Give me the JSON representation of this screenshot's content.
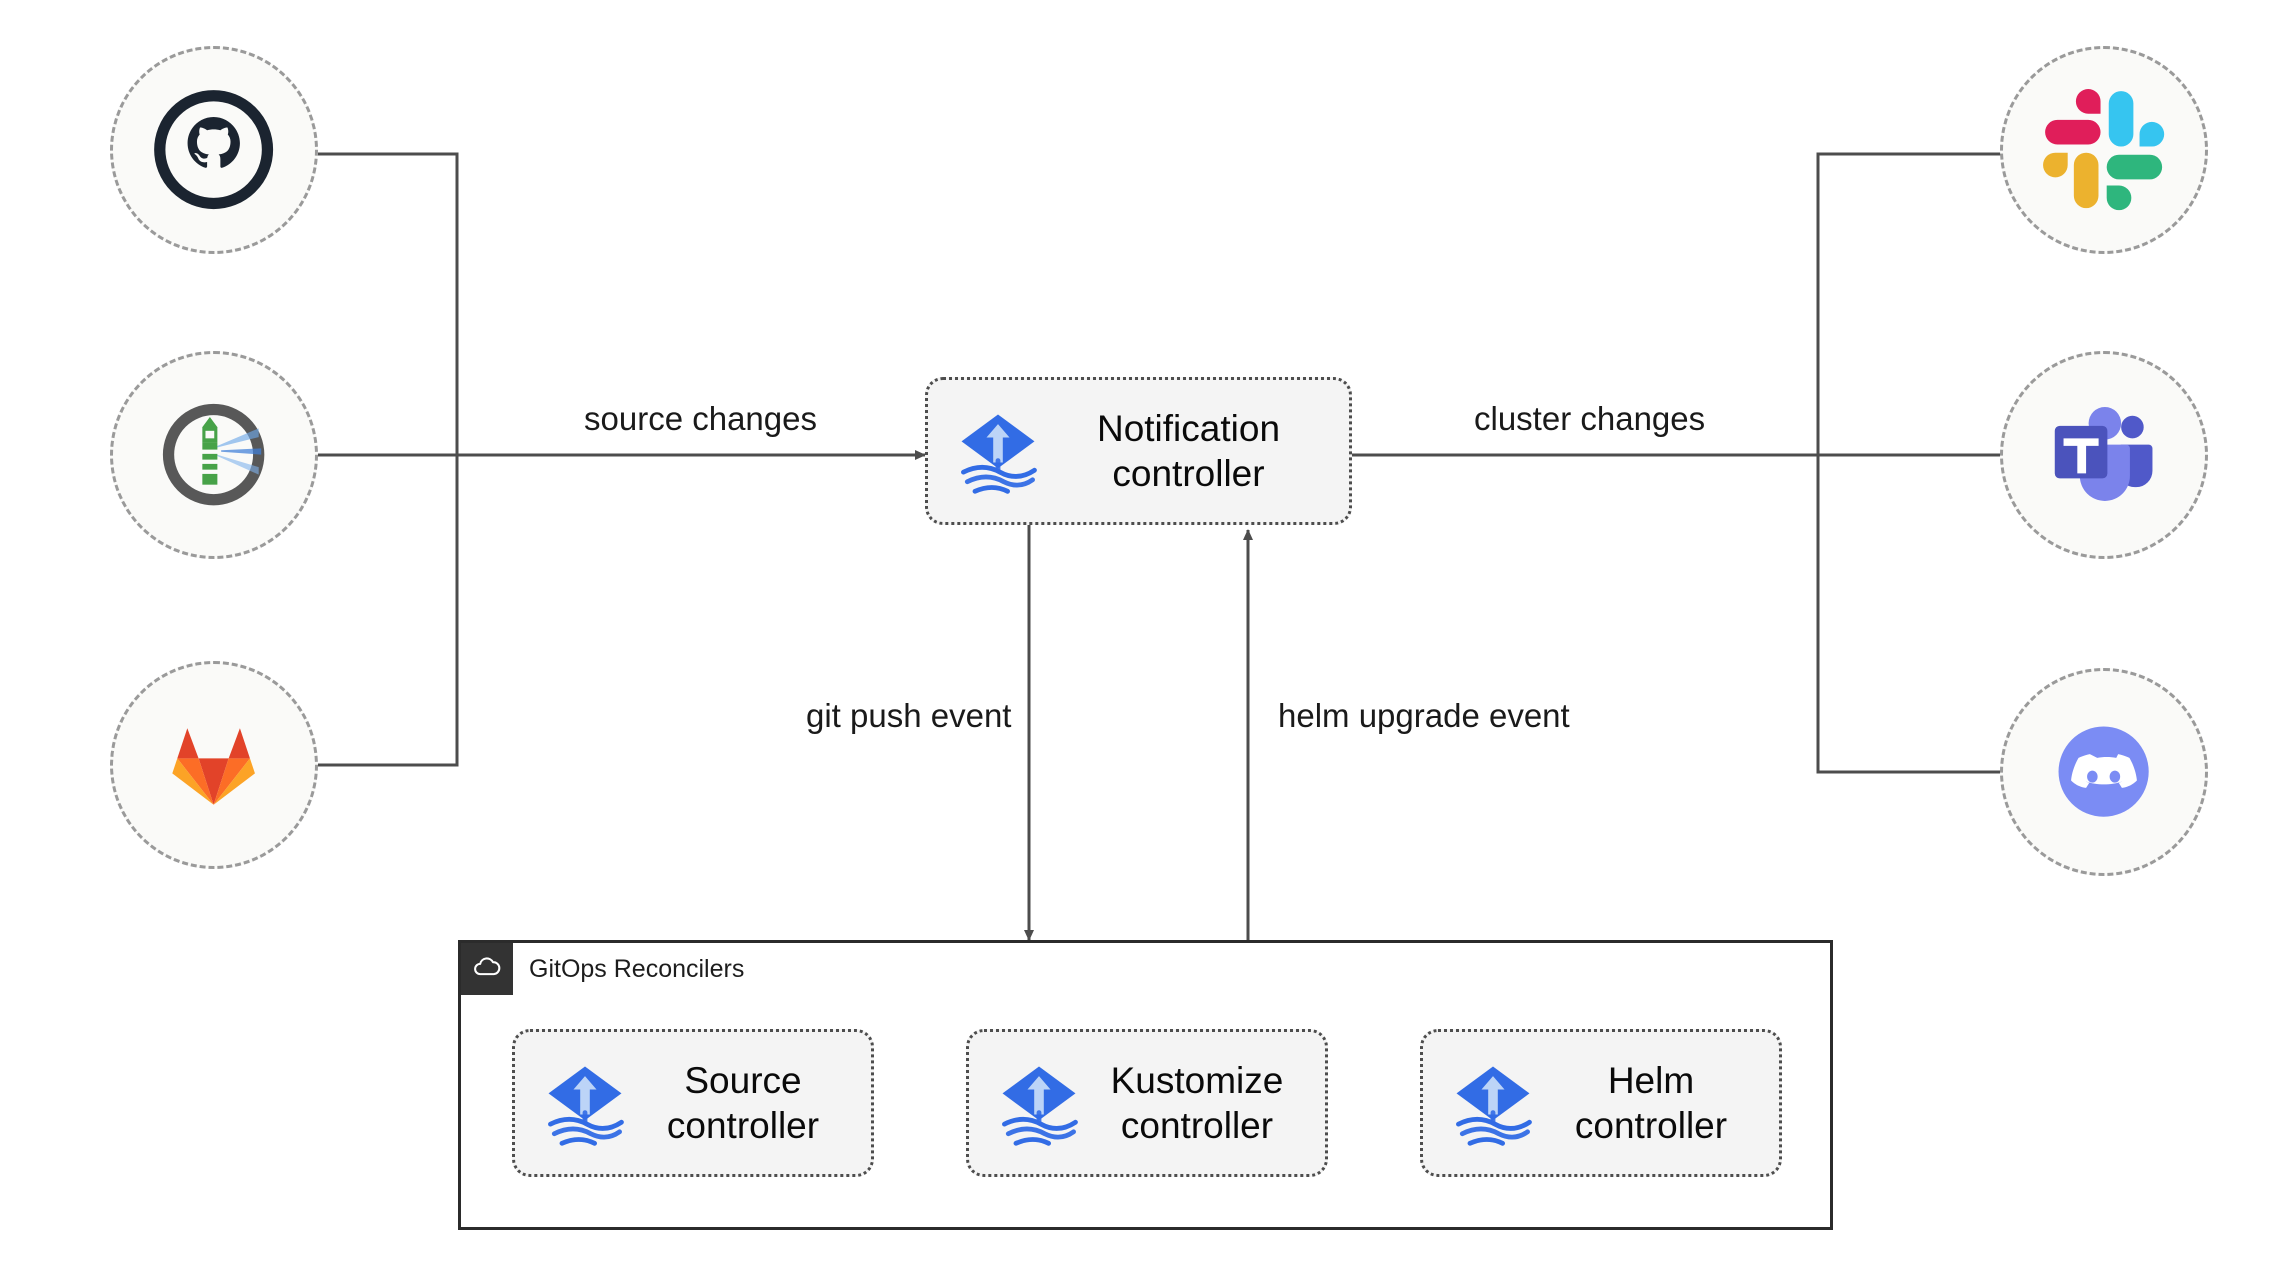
{
  "diagram": {
    "title": "Flux notification controller architecture",
    "background": "#ffffff",
    "line_color": "#4d4d4d",
    "node_fill": "#fafaf8",
    "box_fill": "#f4f4f4"
  },
  "sources": [
    {
      "id": "github",
      "icon": "github-icon",
      "name": "GitHub"
    },
    {
      "id": "flux",
      "icon": "flux-lighthouse-icon",
      "name": "Flux"
    },
    {
      "id": "gitlab",
      "icon": "gitlab-icon",
      "name": "GitLab"
    }
  ],
  "sinks": [
    {
      "id": "slack",
      "icon": "slack-icon",
      "name": "Slack"
    },
    {
      "id": "teams",
      "icon": "microsoft-teams-icon",
      "name": "Microsoft Teams"
    },
    {
      "id": "discord",
      "icon": "discord-icon",
      "name": "Discord"
    }
  ],
  "notification": {
    "label": "Notification\ncontroller",
    "icon": "flux-cd-icon"
  },
  "group": {
    "title": "GitOps Reconcilers",
    "icon": "cloud-icon",
    "controllers": [
      {
        "id": "source",
        "label": "Source\ncontroller",
        "icon": "flux-cd-icon"
      },
      {
        "id": "kustomize",
        "label": "Kustomize\ncontroller",
        "icon": "flux-cd-icon"
      },
      {
        "id": "helm",
        "label": "Helm\ncontroller",
        "icon": "flux-cd-icon"
      }
    ]
  },
  "edges": [
    {
      "id": "source-changes",
      "label": "source changes",
      "direction": "right"
    },
    {
      "id": "cluster-changes",
      "label": "cluster changes",
      "direction": "right"
    },
    {
      "id": "git-push-event",
      "label": "git push event",
      "direction": "down"
    },
    {
      "id": "helm-upgrade-event",
      "label": "helm upgrade event",
      "direction": "up"
    }
  ],
  "colors": {
    "github": "#1b2430",
    "gitlab_red": "#e24329",
    "gitlab_orange": "#fc6d26",
    "gitlab_amber": "#fca326",
    "flux_green": "#47a248",
    "flux_gray": "#585858",
    "flux_blue": "#326ce5",
    "slack_cyan": "#36c5f0",
    "slack_green": "#2eb67d",
    "slack_red": "#e01e5a",
    "slack_yellow": "#ecb22e",
    "teams_purple": "#5059c9",
    "teams_light": "#7b83eb",
    "discord_blurple": "#7b8cf4",
    "line": "#4d4d4d"
  }
}
